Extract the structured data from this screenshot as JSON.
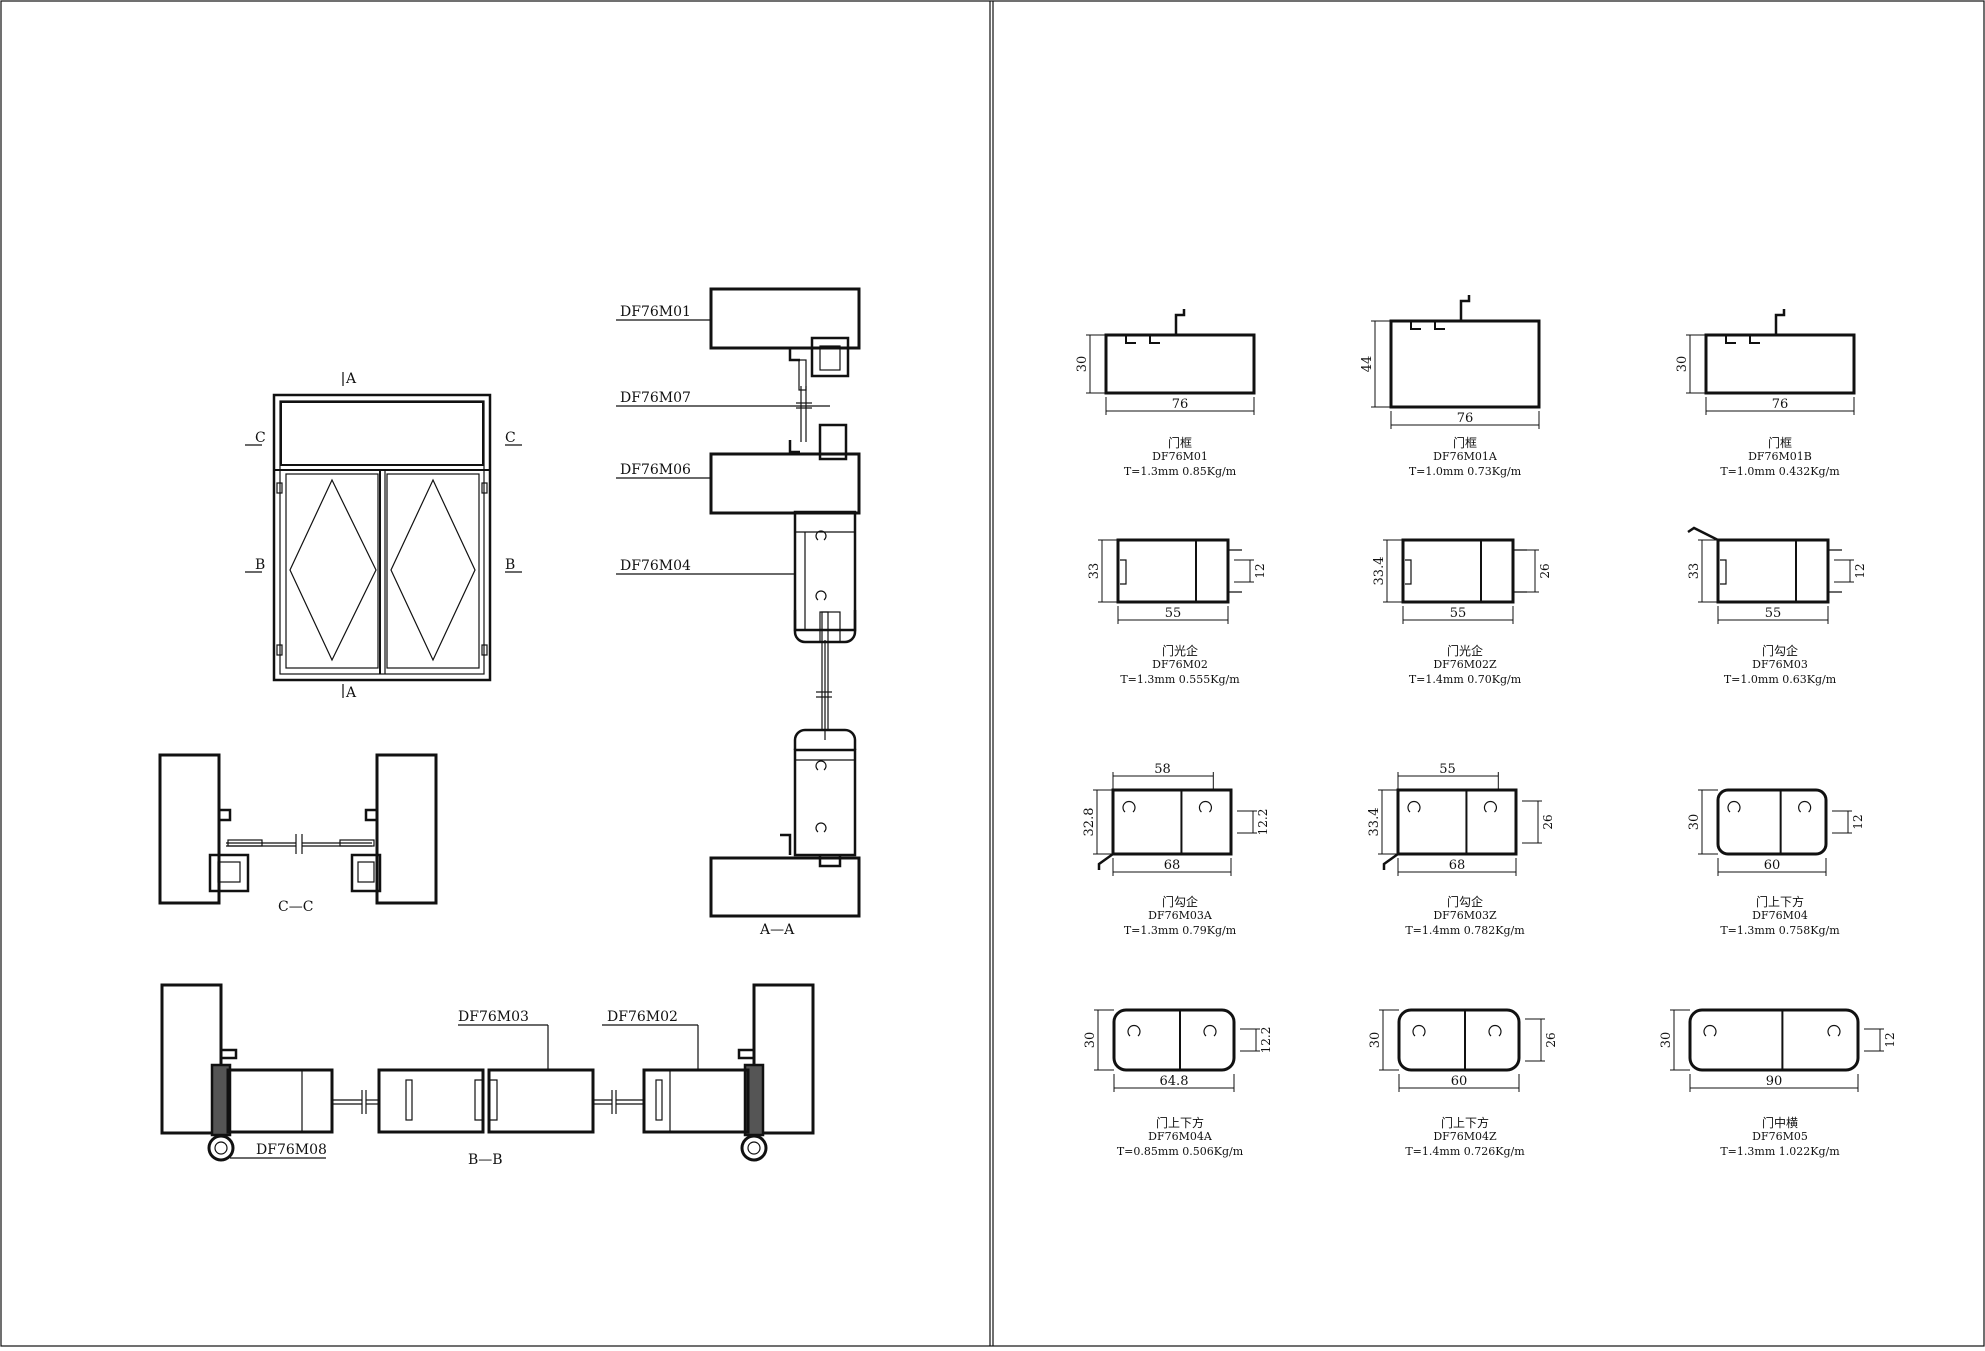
{
  "left_sheet": {
    "elevation": {
      "cut_top": "A",
      "cut_bottom": "A",
      "cut_left_c": "C",
      "cut_right_c": "C",
      "cut_left_b": "B",
      "cut_right_b": "B"
    },
    "section_aa": {
      "caption": "A—A",
      "labels": [
        "DF76M01",
        "DF76M07",
        "DF76M06",
        "DF76M04"
      ]
    },
    "section_cc": {
      "caption": "C—C"
    },
    "section_bb": {
      "caption": "B—B",
      "labels": [
        "DF76M03",
        "DF76M02",
        "DF76M08"
      ]
    }
  },
  "profiles": [
    {
      "name": "门框",
      "code": "DF76M01",
      "spec": "T=1.3mm 0.85Kg/m",
      "dims": {
        "w": "76",
        "h": "30"
      }
    },
    {
      "name": "门框",
      "code": "DF76M01A",
      "spec": "T=1.0mm 0.73Kg/m",
      "dims": {
        "w": "76",
        "h": "44"
      }
    },
    {
      "name": "门框",
      "code": "DF76M01B",
      "spec": "T=1.0mm 0.432Kg/m",
      "dims": {
        "w": "76",
        "h": "30"
      }
    },
    {
      "name": "门光企",
      "code": "DF76M02",
      "spec": "T=1.3mm 0.555Kg/m",
      "dims": {
        "w": "55",
        "h": "33",
        "r": "12"
      }
    },
    {
      "name": "门光企",
      "code": "DF76M02Z",
      "spec": "T=1.4mm 0.70Kg/m",
      "dims": {
        "w": "55",
        "h": "33.4",
        "r": "26"
      }
    },
    {
      "name": "门勾企",
      "code": "DF76M03",
      "spec": "T=1.0mm 0.63Kg/m",
      "dims": {
        "w": "55",
        "h": "33",
        "r": "12"
      }
    },
    {
      "name": "门勾企",
      "code": "DF76M03A",
      "spec": "T=1.3mm 0.79Kg/m",
      "dims": {
        "w": "68",
        "top": "58",
        "h": "32.8",
        "r": "12.2"
      }
    },
    {
      "name": "门勾企",
      "code": "DF76M03Z",
      "spec": "T=1.4mm 0.782Kg/m",
      "dims": {
        "w": "68",
        "top": "55",
        "h": "33.4",
        "r": "26"
      }
    },
    {
      "name": "门上下方",
      "code": "DF76M04",
      "spec": "T=1.3mm 0.758Kg/m",
      "dims": {
        "w": "60",
        "h": "30",
        "r": "12"
      }
    },
    {
      "name": "门上下方",
      "code": "DF76M04A",
      "spec": "T=0.85mm 0.506Kg/m",
      "dims": {
        "w": "64.8",
        "h": "30",
        "r": "12.2"
      }
    },
    {
      "name": "门上下方",
      "code": "DF76M04Z",
      "spec": "T=1.4mm 0.726Kg/m",
      "dims": {
        "w": "60",
        "h": "30",
        "r": "26"
      }
    },
    {
      "name": "门中横",
      "code": "DF76M05",
      "spec": "T=1.3mm 1.022Kg/m",
      "dims": {
        "w": "90",
        "h": "30",
        "r": "12"
      }
    }
  ]
}
